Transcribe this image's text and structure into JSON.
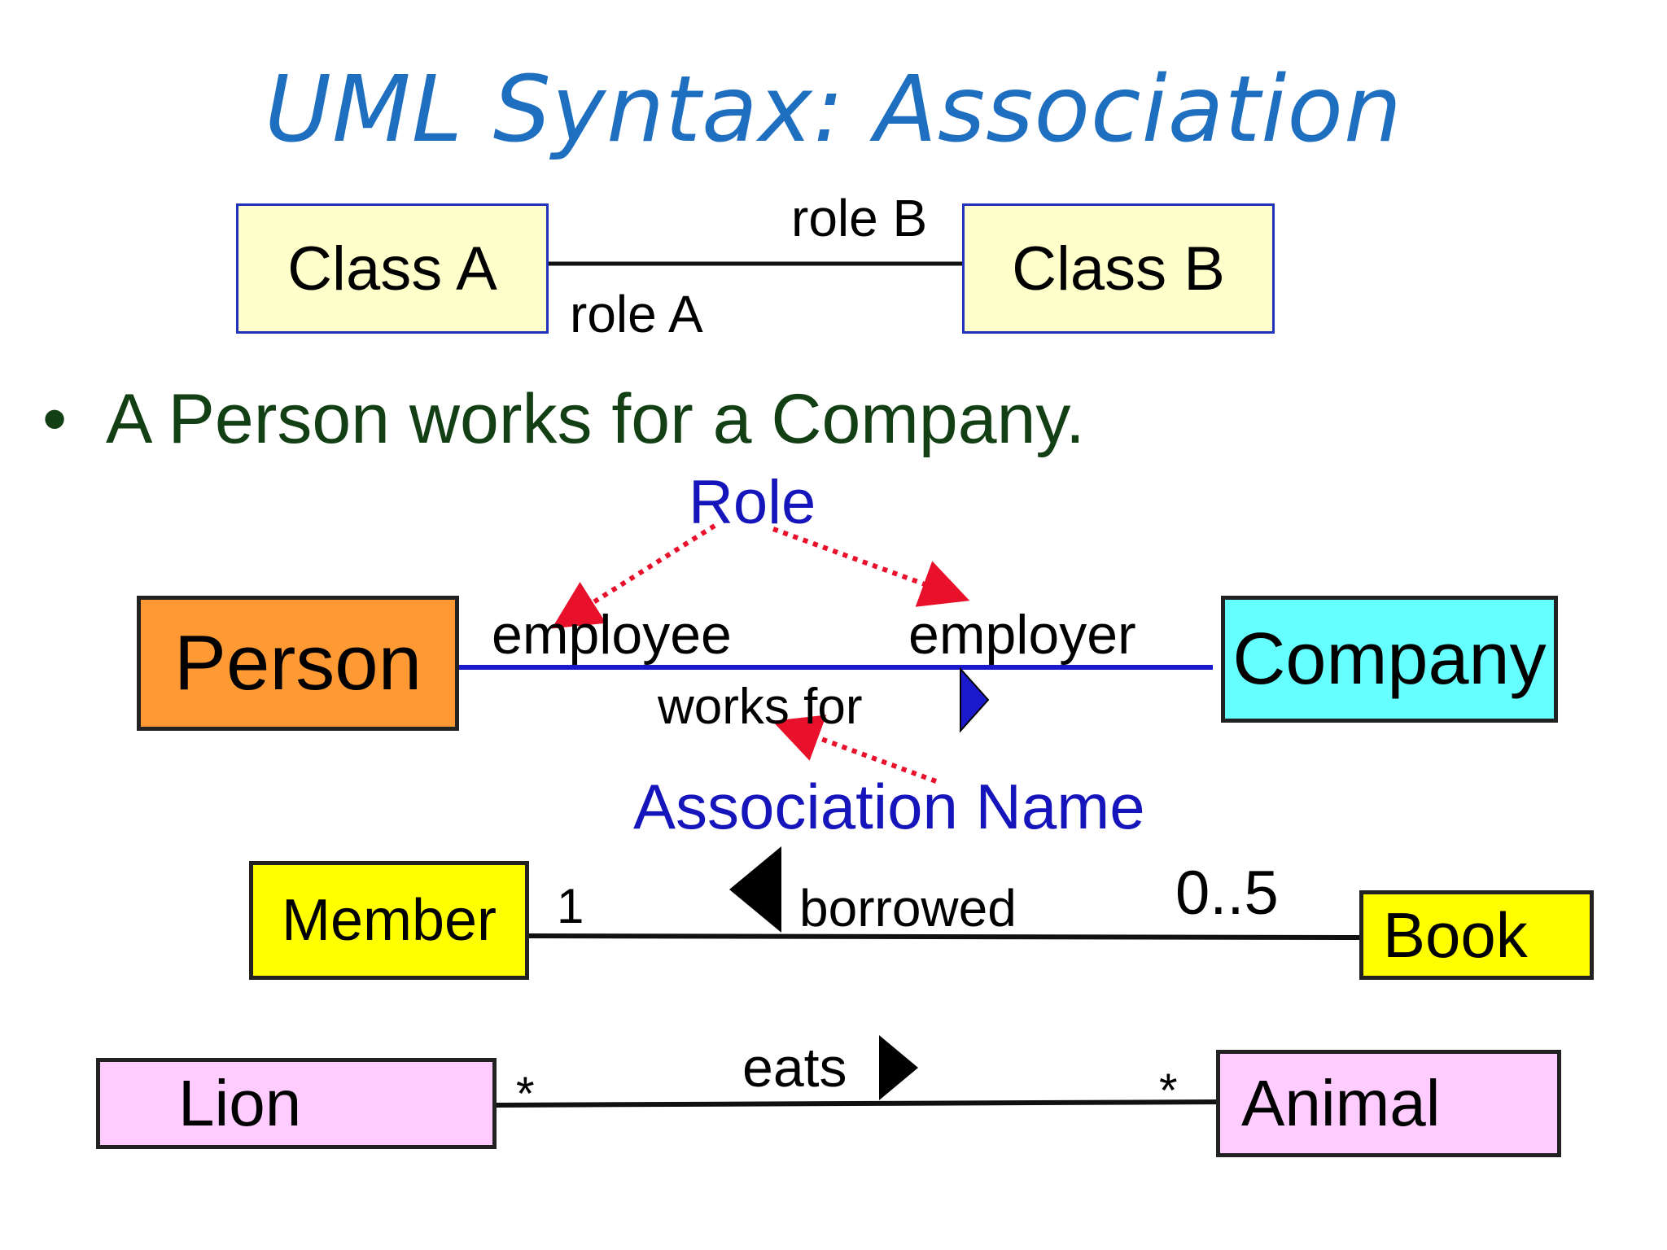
{
  "title": "UML Syntax: Association",
  "generic": {
    "class_a": "Class A",
    "class_b": "Class B",
    "role_a": "role A",
    "role_b": "role B"
  },
  "bullet": {
    "marker": "•",
    "text": "A Person works for a Company."
  },
  "person_example": {
    "person": "Person",
    "company": "Company",
    "role_employee": "employee",
    "role_employer": "employer",
    "association": "works for",
    "callout_role": "Role",
    "callout_association_name": "Association Name"
  },
  "member_example": {
    "member": "Member",
    "book": "Book",
    "association": "borrowed",
    "multiplicity_member": "1",
    "multiplicity_book": "0..5"
  },
  "lion_example": {
    "lion": "Lion",
    "animal": "Animal",
    "association": "eats",
    "multiplicity_lion": "*",
    "multiplicity_animal": "*"
  },
  "colors": {
    "title": "#1f6fc1",
    "bullet_text": "#133f15",
    "callout_text": "#1515bb",
    "callout_arrow": "#e8102a",
    "generic_box_fill": "#ffffcc",
    "generic_box_border": "#2233bb",
    "person_fill": "#ff9933",
    "company_fill": "#66ffff",
    "association_line_blue": "#1a1acc",
    "member_book_fill": "#ffff00",
    "lion_animal_fill": "#ffccff"
  }
}
